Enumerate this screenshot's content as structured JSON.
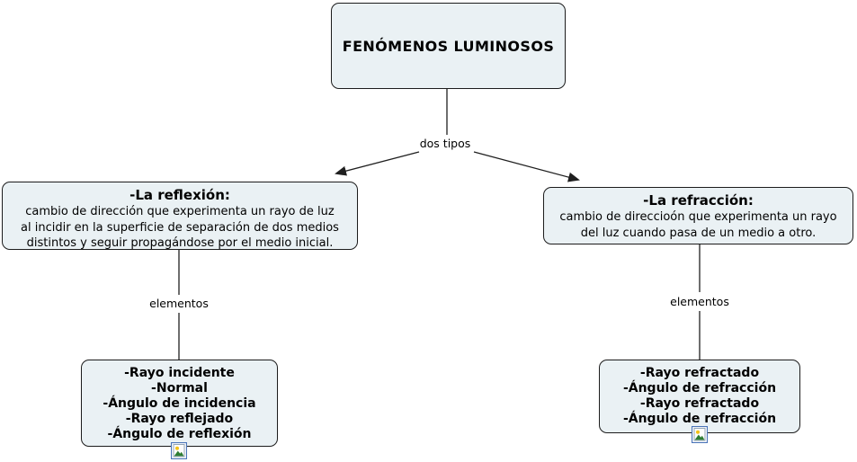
{
  "colors": {
    "background": "#ffffff",
    "node_fill": "#eaf1f4",
    "node_border": "#1c1c1c",
    "connector": "#1f1f1f",
    "text": "#000000",
    "resource_icon_border": "#4a74b8"
  },
  "root_node": {
    "title": "FENÓMENOS LUMINOSOS"
  },
  "link_labels": {
    "dos_tipos": "dos tipos",
    "elementos_left": "elementos",
    "elementos_right": "elementos"
  },
  "reflexion_node": {
    "title": "-La reflexión:",
    "body_lines": [
      "cambio de dirección que experimenta un rayo de luz",
      "al incidir en la superficie de separación de dos medios",
      "distintos y seguir propagándose por el medio inicial."
    ]
  },
  "refraccion_node": {
    "title": "-La refracción:",
    "body_lines": [
      "cambio de direccioón que experimenta un rayo",
      "del luz cuando pasa de un medio a otro."
    ]
  },
  "reflexion_elements_node": {
    "lines": [
      "-Rayo incidente",
      "-Normal",
      "-Ángulo de incidencia",
      "-Rayo reflejado",
      "-Ángulo de reflexión"
    ]
  },
  "refraccion_elements_node": {
    "lines": [
      "-Rayo refractado",
      "-Ángulo de refracción",
      "-Rayo refractado",
      "-Ángulo de refracción"
    ]
  },
  "icons": {
    "left_resource": "image-resource-icon",
    "right_resource": "image-resource-icon"
  }
}
